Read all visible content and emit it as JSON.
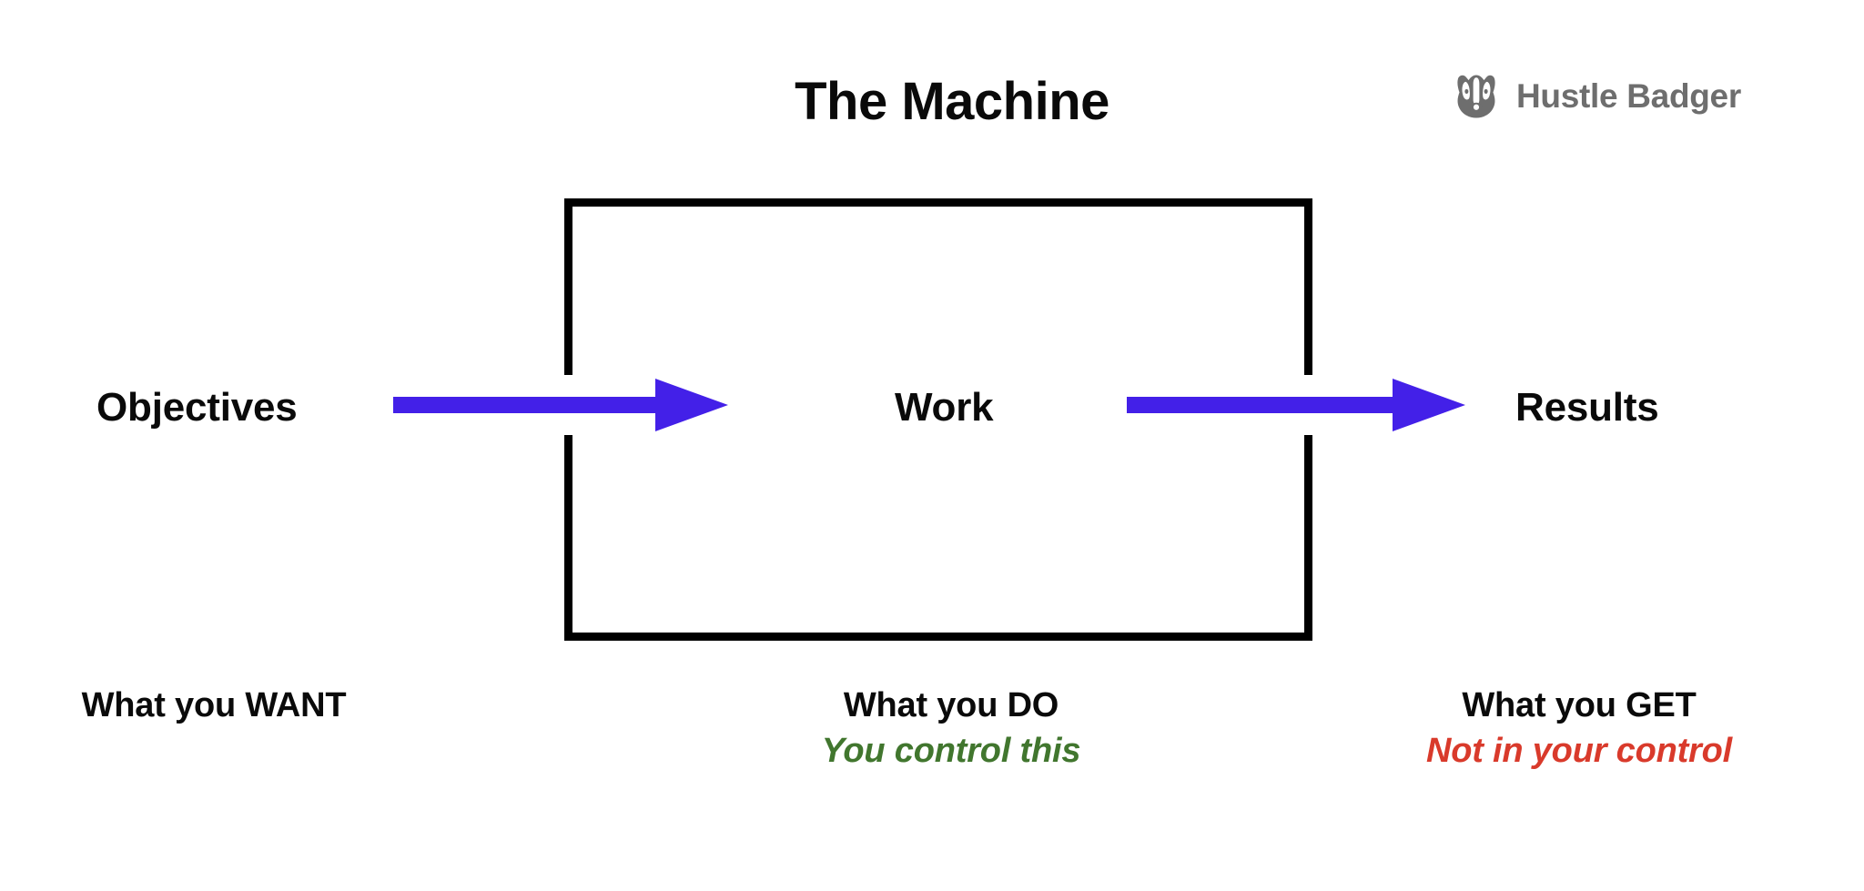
{
  "title": "The Machine",
  "brand": {
    "name": "Hustle Badger",
    "icon": "badger-head-icon",
    "color": "#6e6e6e"
  },
  "colors": {
    "arrow": "#4320e8",
    "box_border": "#000000",
    "text": "#0a0a0a",
    "control_green": "#41762e",
    "no_control_red": "#d93a2b",
    "brand_gray": "#6e6e6e",
    "background": "#ffffff"
  },
  "stages": {
    "objectives": "Objectives",
    "work": "Work",
    "results": "Results"
  },
  "captions": {
    "want": {
      "main": "What you WANT",
      "sub": ""
    },
    "do": {
      "main": "What you DO",
      "sub": "You control this"
    },
    "get": {
      "main": "What you GET",
      "sub": "Not in your control"
    }
  },
  "diagram": {
    "box_label": "Work",
    "arrow_1": "objectives-to-work-arrow",
    "arrow_2": "work-to-results-arrow",
    "box": "work-boundary-box"
  }
}
